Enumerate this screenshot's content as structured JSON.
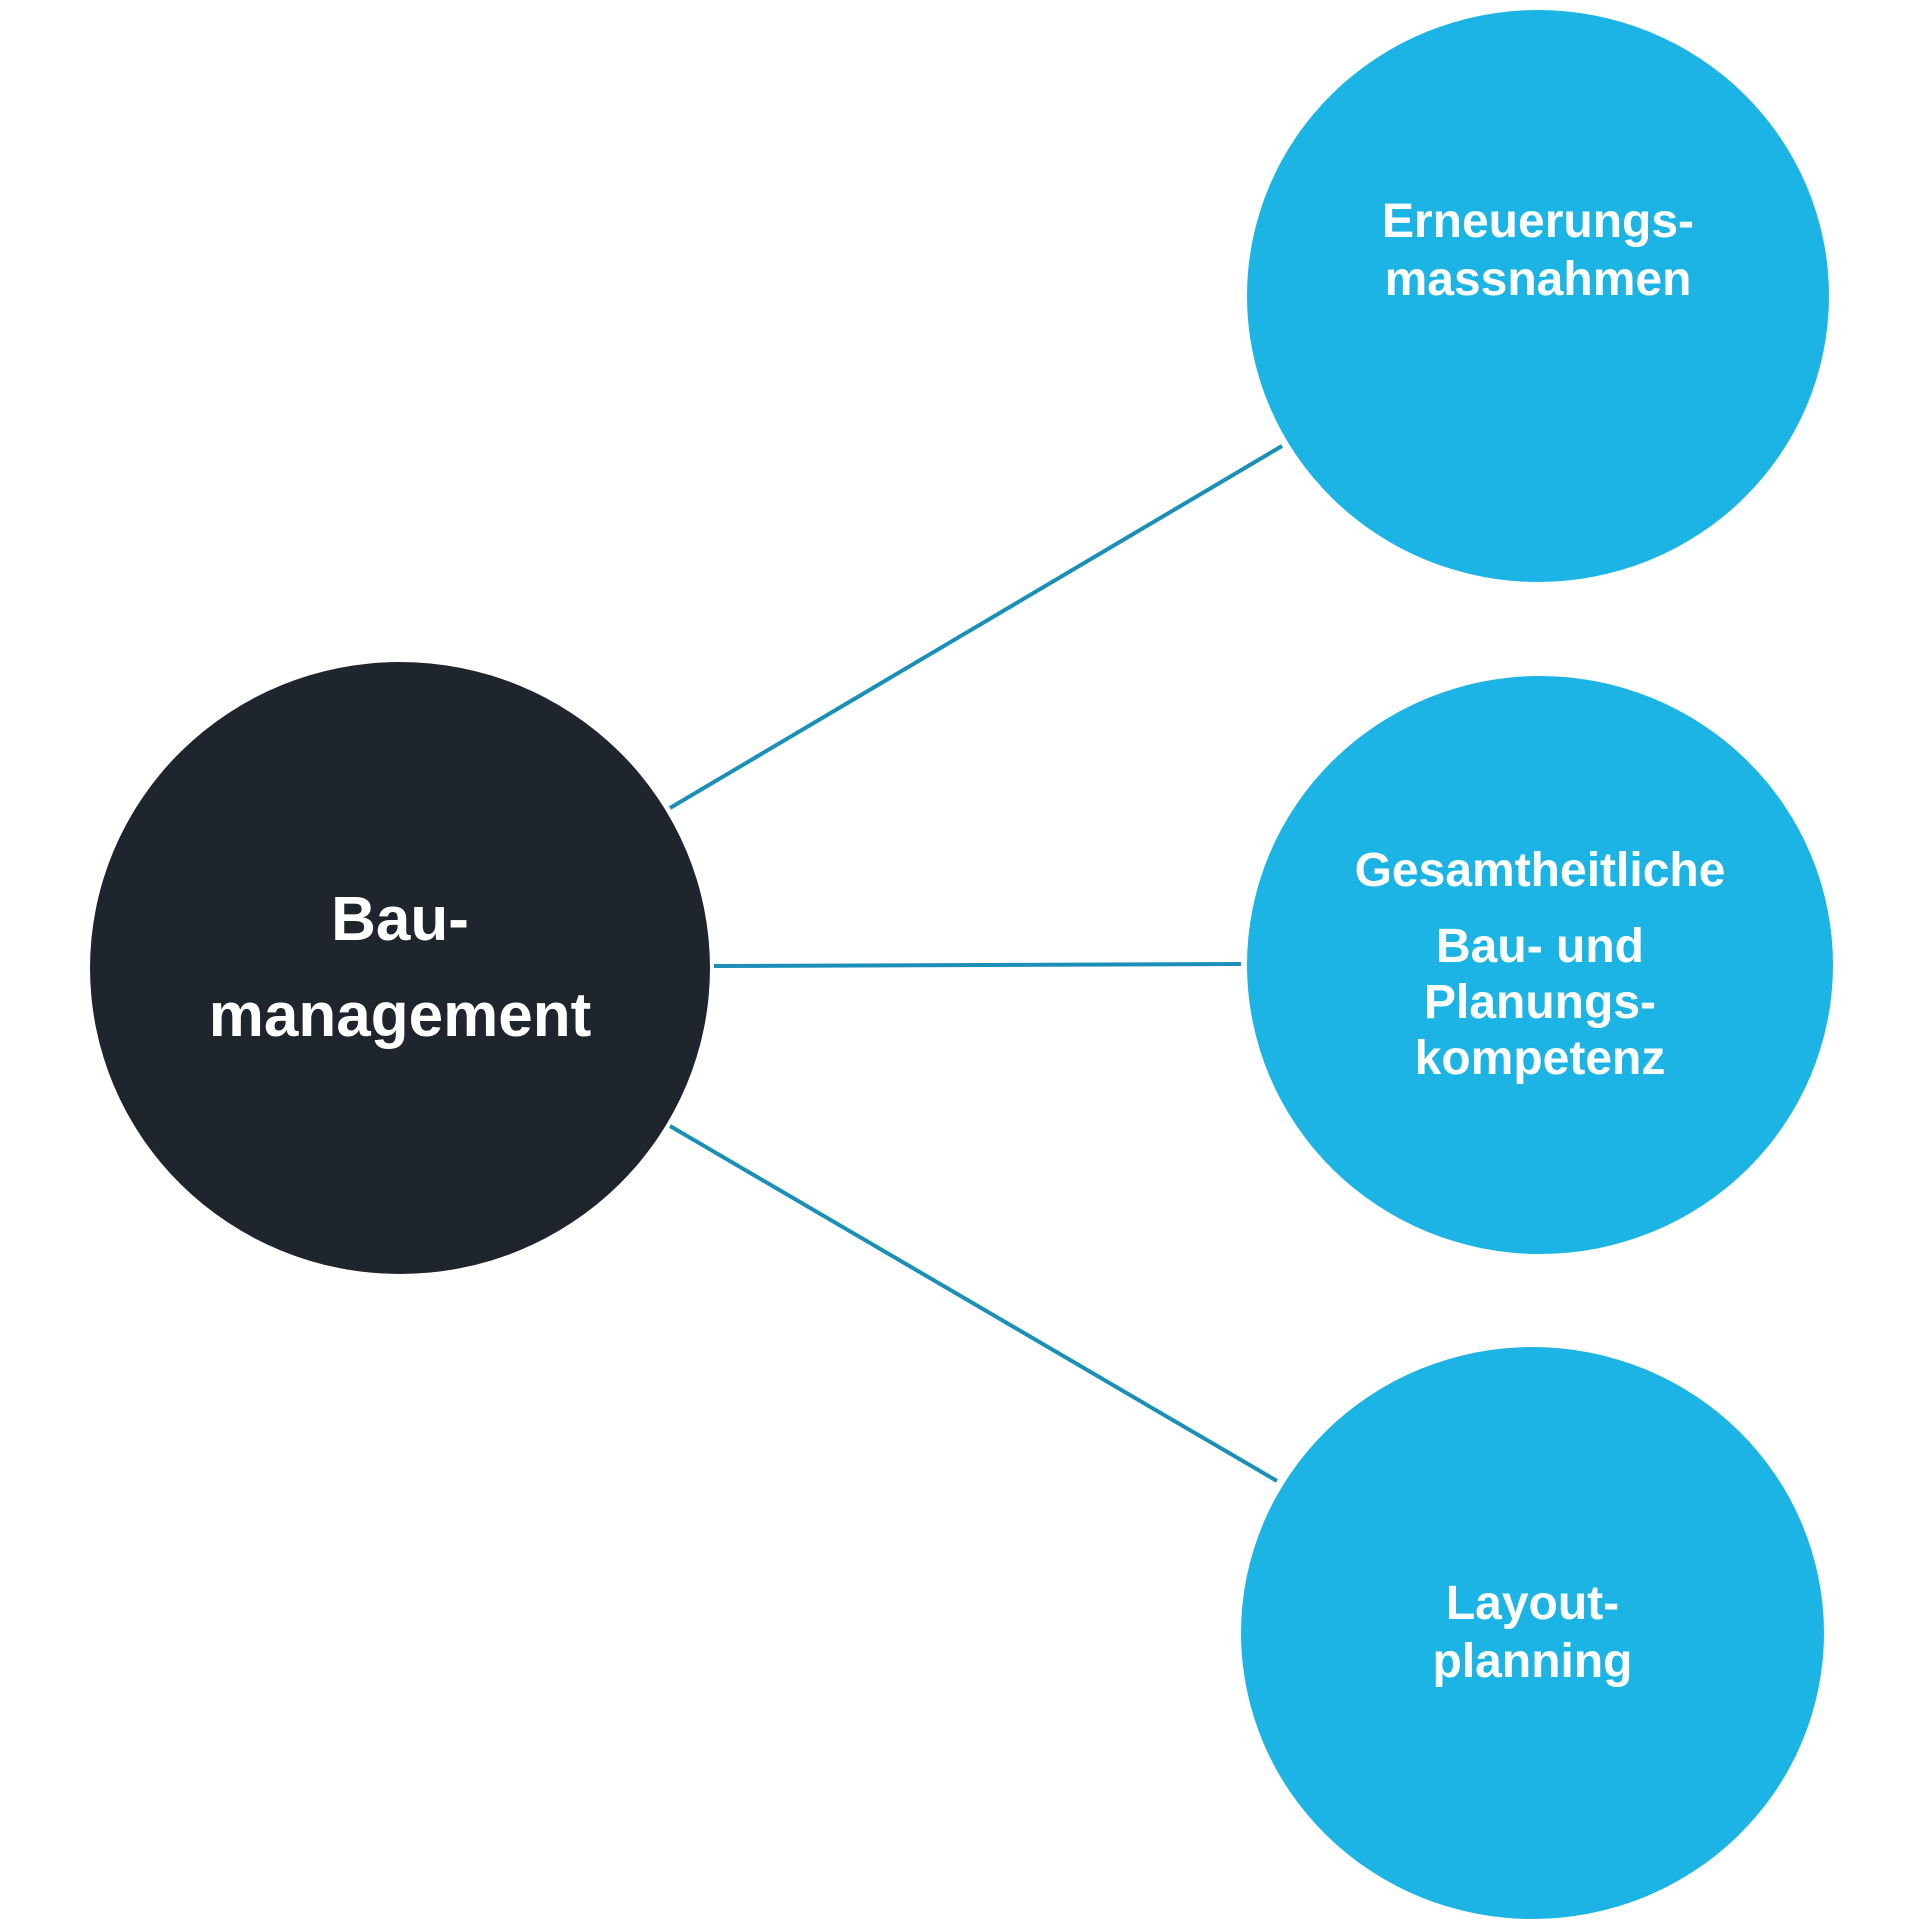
{
  "colors": {
    "center_fill": "#1f252d",
    "satellite_fill": "#1cb4e5",
    "connector": "#1a8fb8",
    "background": "#ffffff"
  },
  "center_node": {
    "lines": [
      "Bau-",
      "management"
    ]
  },
  "satellite_nodes": [
    {
      "lines": [
        "Erneuerungs-",
        "massnahmen"
      ]
    },
    {
      "lines": [
        "Gesamtheitliche",
        "Bau- und",
        "Planungs-",
        "kompetenz"
      ]
    },
    {
      "lines": [
        "Layout-",
        "planning"
      ]
    }
  ]
}
